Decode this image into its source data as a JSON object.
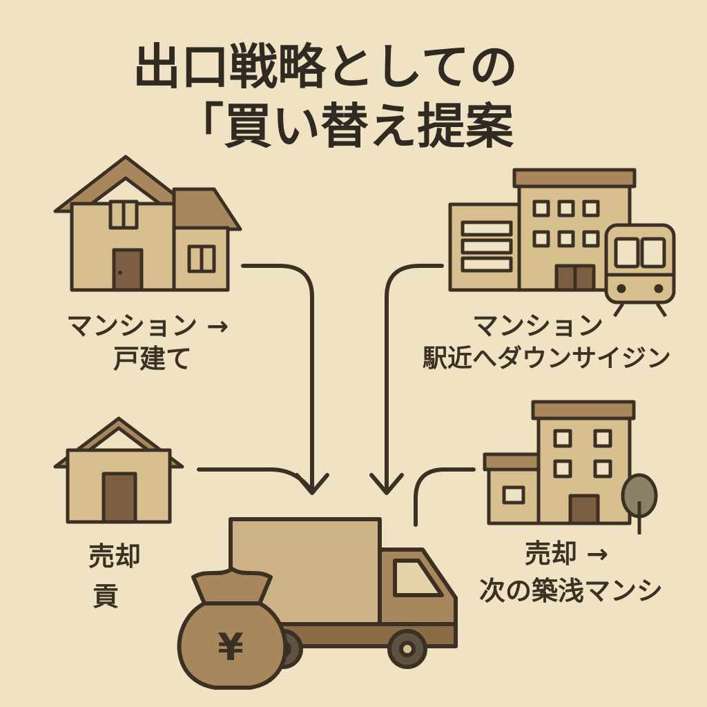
{
  "title": {
    "line1": "出口戦略としての",
    "line2": "「買い替え提案"
  },
  "items": [
    {
      "id": "house",
      "text_line1": "マンション →",
      "text_line2": "戸建て"
    },
    {
      "id": "station",
      "text_line1": "マンション",
      "text_line2": "駅近へダウンサイジン"
    },
    {
      "id": "small-house",
      "text_line1": "売却",
      "text_line2": "貢"
    },
    {
      "id": "apartment",
      "text_line1": "売却 →",
      "text_line2": "次の築浅マンシ"
    }
  ],
  "money_bag_symbol": "¥",
  "colors": {
    "background": "#f0e3c3",
    "outline": "#3a3124",
    "light_fill": "#d8bf8e",
    "mid_fill": "#a9875c",
    "dark_fill": "#7b5f40",
    "tree": "#8a8266"
  },
  "icons": [
    "house-icon",
    "apartment-building-icon",
    "train-icon",
    "small-house-icon",
    "building-icon",
    "tree-icon",
    "moving-truck-icon",
    "money-bag-icon"
  ]
}
